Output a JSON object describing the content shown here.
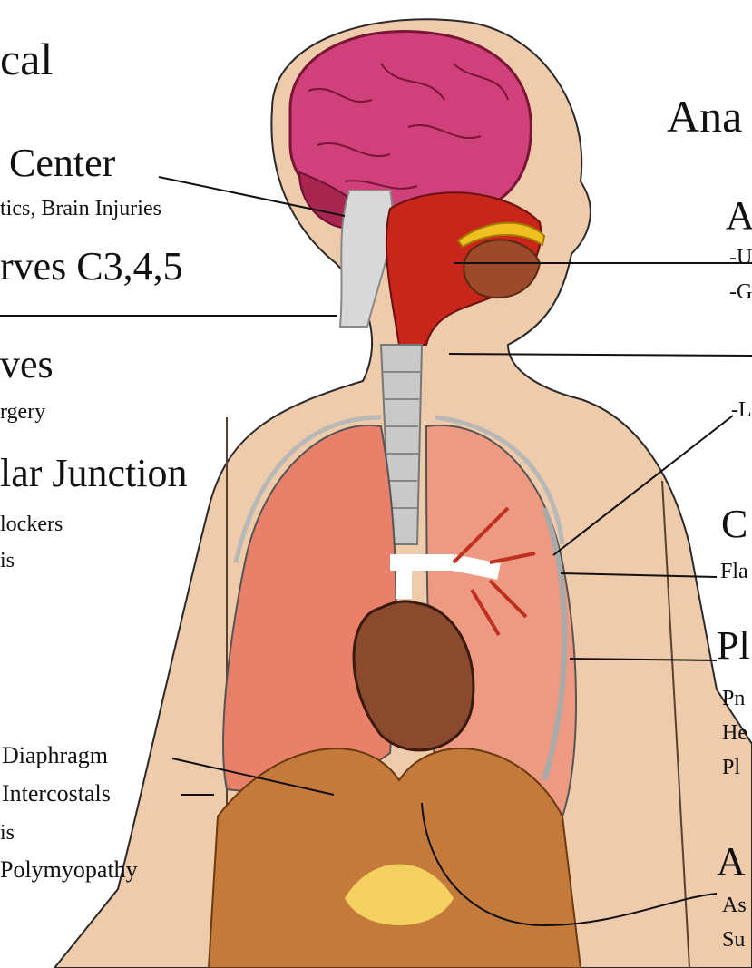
{
  "left_labels": {
    "title_fragment": "cal",
    "respiratory_center": "Center",
    "respiratory_center_causes": "tics, Brain Injuries",
    "phrenic_nerves": "rves C3,4,5",
    "nerves": "ves",
    "nerves_causes": "rgery",
    "neuromuscular_junction": "lar Junction",
    "nmj_cause_1": "lockers",
    "nmj_cause_2": "is",
    "diaphragm": "Diaphragm",
    "intercostals": "Intercostals",
    "muscle_cause_1": "is",
    "muscle_cause_2": "Polymyopathy"
  },
  "right_labels": {
    "title_fragment": "Ana",
    "airway_heading": "A",
    "airway_item_1": "-U",
    "airway_item_2": "-G",
    "airway_item_3": "-L",
    "chest_wall_heading": "C",
    "chest_wall_item": "Fla",
    "pleura_heading": "Pl",
    "pleura_item_1": "Pn",
    "pleura_item_2": "He",
    "pleura_item_3": "Pl",
    "abdomen_heading": "A",
    "abdomen_item_1": "As",
    "abdomen_item_2": "Su"
  },
  "colors": {
    "skin": "#eecbaa",
    "brain": "#d0407a",
    "lung": "#e8806a",
    "heart": "#8a4a2e",
    "airway": "#cfcfcf",
    "diaphragm": "#c47a3a"
  }
}
